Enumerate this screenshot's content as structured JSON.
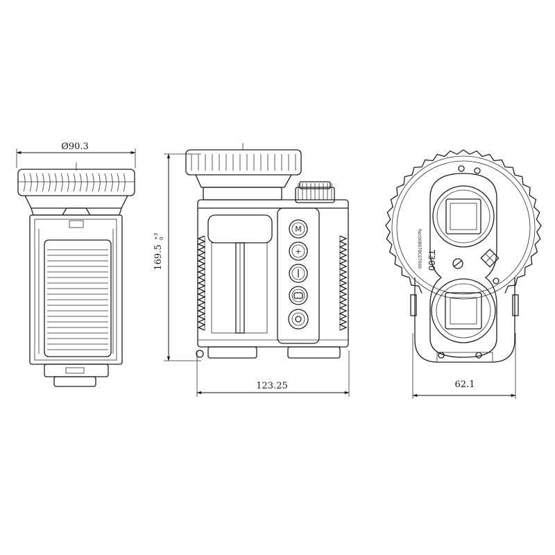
{
  "dimensions": {
    "diameter": "Ø90.3",
    "height": "169.5",
    "height_tolerance": "+3",
    "height_tolerance_lower": "0",
    "length": "123.25",
    "width": "62.1"
  },
  "buttons": [
    "M",
    "+",
    "",
    "",
    ""
  ],
  "model_label": "T300",
  "serial_label": "Rec00807BC07000"
}
